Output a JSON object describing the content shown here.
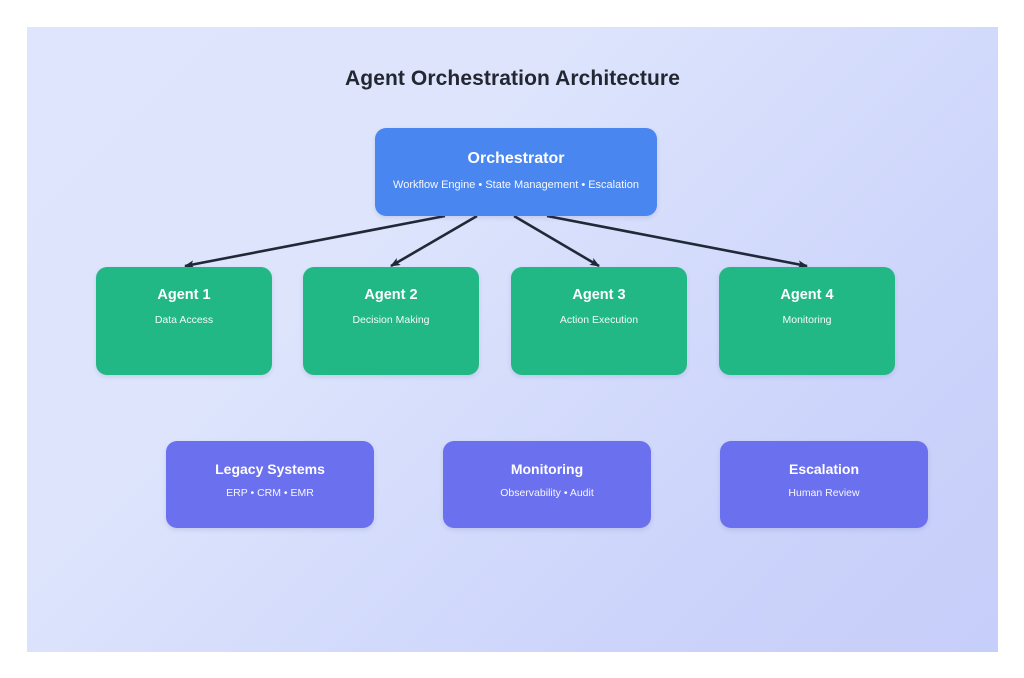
{
  "diagram": {
    "title": "Agent Orchestration Architecture",
    "colors": {
      "orchestrator": "#4a86f0",
      "agent": "#22b886",
      "support": "#6b70ef",
      "arrow": "#1f2937",
      "title_text": "#222732",
      "background_from": "#dfe5fd",
      "background_to": "#c6cefa"
    },
    "orchestrator": {
      "title": "Orchestrator",
      "subtitle": "Workflow Engine • State Management • Escalation"
    },
    "agents": [
      {
        "title": "Agent 1",
        "subtitle": "Data Access"
      },
      {
        "title": "Agent 2",
        "subtitle": "Decision Making"
      },
      {
        "title": "Agent 3",
        "subtitle": "Action Execution"
      },
      {
        "title": "Agent 4",
        "subtitle": "Monitoring"
      }
    ],
    "support": [
      {
        "title": "Legacy Systems",
        "subtitle": "ERP • CRM • EMR"
      },
      {
        "title": "Monitoring",
        "subtitle": "Observability • Audit"
      },
      {
        "title": "Escalation",
        "subtitle": "Human Review"
      }
    ],
    "connections": [
      {
        "from": "Orchestrator",
        "to": "Agent 1"
      },
      {
        "from": "Orchestrator",
        "to": "Agent 2"
      },
      {
        "from": "Orchestrator",
        "to": "Agent 3"
      },
      {
        "from": "Orchestrator",
        "to": "Agent 4"
      }
    ]
  }
}
